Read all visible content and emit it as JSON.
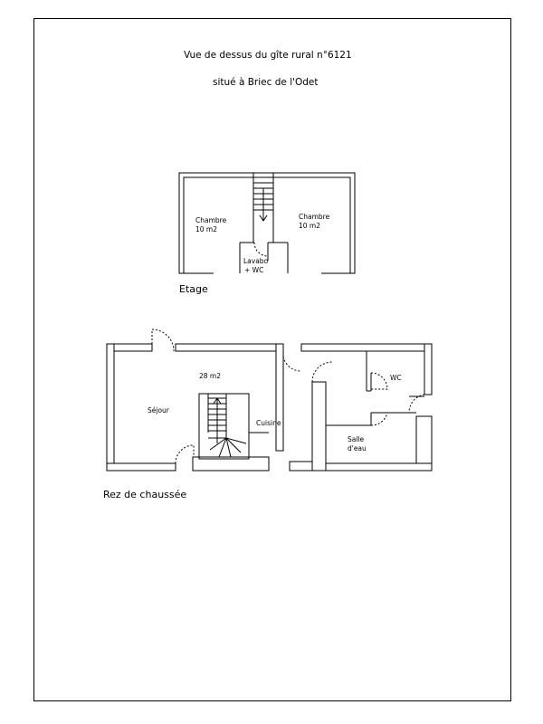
{
  "title": {
    "line1": "Vue de dessus du gîte rural n°6121",
    "line2": "situé à Briec de l'Odet"
  },
  "floors": {
    "upper": {
      "label": "Etage",
      "rooms": {
        "bedroom_left": {
          "name": "Chambre",
          "area": "10 m2"
        },
        "bedroom_right": {
          "name": "Chambre",
          "area": "10 m2"
        },
        "washbasin_wc": {
          "line1": "Lavabo",
          "line2": "+ WC"
        }
      }
    },
    "ground": {
      "label": "Rez de chaussée",
      "rooms": {
        "living_area": "28 m2",
        "living_room": "Séjour",
        "kitchen": "Cuisine",
        "wc": "WC",
        "bathroom": {
          "line1": "Salle",
          "line2": "d'eau"
        }
      }
    }
  },
  "colors": {
    "ink": "#000000",
    "paper": "#ffffff",
    "wall_fill": "#ffffff"
  }
}
